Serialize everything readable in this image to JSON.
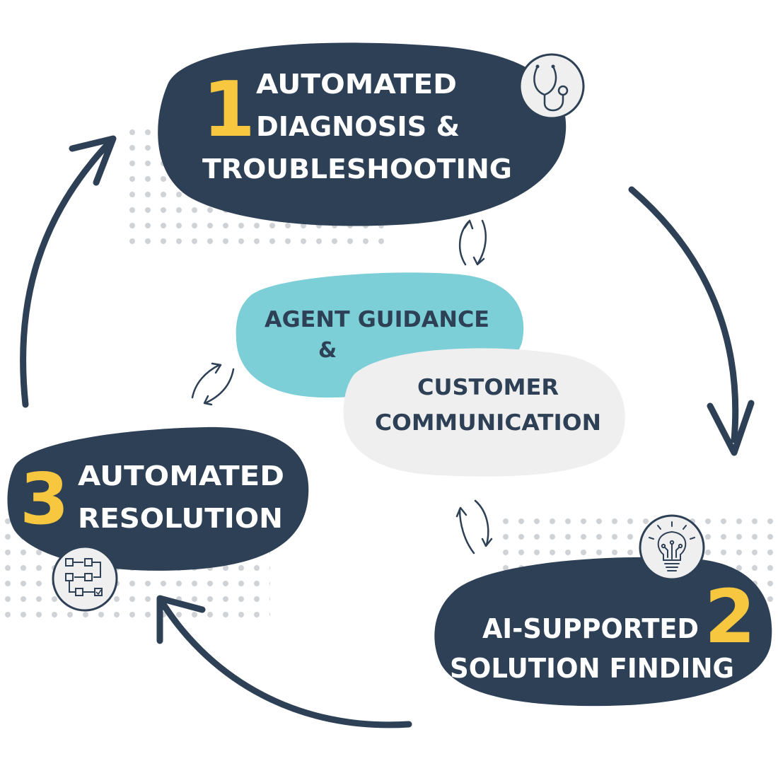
{
  "colors": {
    "navy": "#2e4055",
    "yellow": "#f6c73f",
    "teal": "#7ccfd6",
    "light_gray": "#efefef",
    "dots": "#cfd2d6",
    "white": "#ffffff"
  },
  "steps": [
    {
      "number": "1",
      "lines": [
        "AUTOMATED",
        "DIAGNOSIS &",
        "TROUBLESHOOTING"
      ],
      "icon": "stethoscope-icon"
    },
    {
      "number": "2",
      "lines": [
        "AI-SUPPORTED",
        "SOLUTION FINDING"
      ],
      "icon": "lightbulb-circuit-icon"
    },
    {
      "number": "3",
      "lines": [
        "AUTOMATED",
        "RESOLUTION"
      ],
      "icon": "workflow-icon"
    }
  ],
  "center": {
    "agent_guidance": "AGENT GUIDANCE",
    "ampersand": "&",
    "customer_line1": "CUSTOMER",
    "customer_line2": "COMMUNICATION"
  }
}
